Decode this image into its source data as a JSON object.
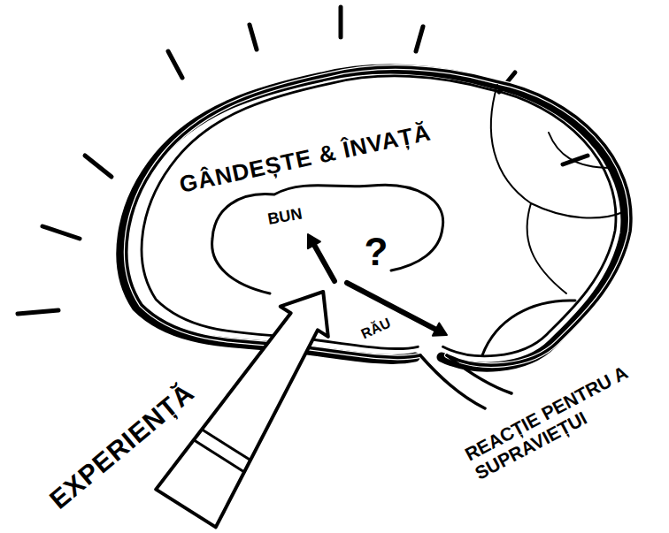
{
  "diagram": {
    "labels": [
      "GÂNDEȘTE & ÎNVAȚĂ",
      "BUN",
      "?",
      "RĂU",
      "EXPERIENȚĂ",
      "REACȚIE PENTRU A SUPRAVIEȚUI"
    ]
  }
}
